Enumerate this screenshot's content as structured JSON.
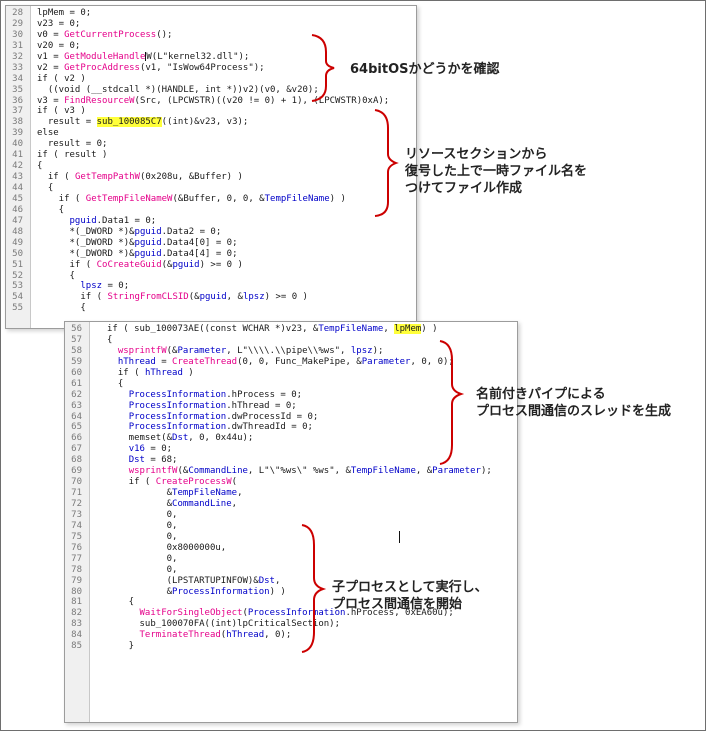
{
  "code": {
    "lines_top": [
      {
        "n": "28",
        "p": [
          [
            "lpMem = 0;",
            ""
          ]
        ]
      },
      {
        "n": "29",
        "p": [
          [
            "v23 = 0;",
            ""
          ]
        ]
      },
      {
        "n": "30",
        "p": [
          [
            "v0 = ",
            ""
          ],
          [
            "GetCurrentProcess",
            "fn"
          ],
          [
            "();",
            ""
          ]
        ]
      },
      {
        "n": "31",
        "p": [
          [
            "v20 = 0;",
            ""
          ]
        ]
      },
      {
        "n": "32",
        "p": [
          [
            "v1 = ",
            ""
          ],
          [
            "GetModuleHandle",
            "fn"
          ],
          [
            "W",
            "mk"
          ],
          [
            "(L\"kernel32.dll\");",
            ""
          ]
        ]
      },
      {
        "n": "33",
        "p": [
          [
            "v2 = ",
            ""
          ],
          [
            "GetProcAddress",
            "fn"
          ],
          [
            "(v1, \"IsWow64Process\");",
            ""
          ]
        ]
      },
      {
        "n": "34",
        "p": [
          [
            "if ( v2 )",
            ""
          ]
        ]
      },
      {
        "n": "35",
        "p": [
          [
            "  ((void (__stdcall *)(HANDLE, int *))v2)(v0, &v20);",
            ""
          ]
        ]
      },
      {
        "n": "36",
        "p": [
          [
            "v3 = ",
            ""
          ],
          [
            "FindResourceW",
            "fn"
          ],
          [
            "(Src, (LPCWSTR)((v20 != 0) + 1), (LPCWSTR)0xA);",
            ""
          ]
        ]
      },
      {
        "n": "37",
        "p": [
          [
            "if ( v3 )",
            ""
          ]
        ]
      },
      {
        "n": "38",
        "p": [
          [
            "  result = ",
            ""
          ],
          [
            "sub_100085C7",
            "hl"
          ],
          [
            "((int)&v23, v3);",
            ""
          ]
        ]
      },
      {
        "n": "39",
        "p": [
          [
            "else",
            ""
          ]
        ]
      },
      {
        "n": "40",
        "p": [
          [
            "  result = 0;",
            ""
          ]
        ]
      },
      {
        "n": "41",
        "p": [
          [
            "if ( result )",
            ""
          ]
        ]
      },
      {
        "n": "42",
        "p": [
          [
            "{",
            ""
          ]
        ]
      },
      {
        "n": "43",
        "p": [
          [
            "  if ( ",
            ""
          ],
          [
            "GetTempPathW",
            "fn"
          ],
          [
            "(0x208u, &Buffer) )",
            ""
          ]
        ]
      },
      {
        "n": "44",
        "p": [
          [
            "  {",
            ""
          ]
        ]
      },
      {
        "n": "45",
        "p": [
          [
            "    if ( ",
            ""
          ],
          [
            "GetTempFileNameW",
            "fn"
          ],
          [
            "(&Buffer, 0, 0, &",
            ""
          ],
          [
            "TempFileName",
            "vr"
          ],
          [
            ") )",
            ""
          ]
        ]
      },
      {
        "n": "46",
        "p": [
          [
            "    {",
            ""
          ]
        ]
      },
      {
        "n": "47",
        "p": [
          [
            "      ",
            ""
          ],
          [
            "pguid",
            "vr"
          ],
          [
            ".Data1 = 0;",
            ""
          ]
        ]
      },
      {
        "n": "48",
        "p": [
          [
            "      *(_DWORD *)&",
            ""
          ],
          [
            "pguid",
            "vr"
          ],
          [
            ".Data2 = 0;",
            ""
          ]
        ]
      },
      {
        "n": "49",
        "p": [
          [
            "      *(_DWORD *)&",
            ""
          ],
          [
            "pguid",
            "vr"
          ],
          [
            ".Data4[0] = 0;",
            ""
          ]
        ]
      },
      {
        "n": "50",
        "p": [
          [
            "      *(_DWORD *)&",
            ""
          ],
          [
            "pguid",
            "vr"
          ],
          [
            ".Data4[4] = 0;",
            ""
          ]
        ]
      },
      {
        "n": "51",
        "p": [
          [
            "      if ( ",
            ""
          ],
          [
            "CoCreateGuid",
            "fn"
          ],
          [
            "(&",
            ""
          ],
          [
            "pguid",
            "vr"
          ],
          [
            ") >= 0 )",
            ""
          ]
        ]
      },
      {
        "n": "52",
        "p": [
          [
            "      {",
            ""
          ]
        ]
      },
      {
        "n": "53",
        "p": [
          [
            "        ",
            ""
          ],
          [
            "lpsz",
            "vr"
          ],
          [
            " = 0;",
            ""
          ]
        ]
      },
      {
        "n": "54",
        "p": [
          [
            "        if ( ",
            ""
          ],
          [
            "StringFromCLSID",
            "fn"
          ],
          [
            "(&",
            ""
          ],
          [
            "pguid",
            "vr"
          ],
          [
            ", &",
            ""
          ],
          [
            "lpsz",
            "vr"
          ],
          [
            ") >= 0 )",
            ""
          ]
        ]
      },
      {
        "n": "55",
        "p": [
          [
            "        {",
            ""
          ]
        ]
      }
    ],
    "lines_bottom": [
      {
        "n": "56",
        "p": [
          [
            "if ( sub_100073AE((const WCHAR *)v23, &",
            ""
          ],
          [
            "TempFileName",
            "vr"
          ],
          [
            ", ",
            ""
          ],
          [
            "lpMem",
            "hl"
          ],
          [
            ") )",
            ""
          ]
        ]
      },
      {
        "n": "57",
        "p": [
          [
            "{",
            ""
          ]
        ]
      },
      {
        "n": "58",
        "p": [
          [
            "  ",
            ""
          ],
          [
            "wsprintfW",
            "fn"
          ],
          [
            "(&",
            ""
          ],
          [
            "Parameter",
            "vr"
          ],
          [
            ", L\"\\\\\\\\.\\\\pipe\\\\%ws\", ",
            ""
          ],
          [
            "lpsz",
            "vr"
          ],
          [
            ");",
            ""
          ]
        ]
      },
      {
        "n": "59",
        "p": [
          [
            "  ",
            ""
          ],
          [
            "hThread",
            "vr"
          ],
          [
            " = ",
            ""
          ],
          [
            "CreateThread",
            "fn"
          ],
          [
            "(0, 0, Func_MakePipe, &",
            ""
          ],
          [
            "Parameter",
            "vr"
          ],
          [
            ", 0, 0);",
            ""
          ]
        ]
      },
      {
        "n": "60",
        "p": [
          [
            "  if ( ",
            ""
          ],
          [
            "hThread",
            "vr"
          ],
          [
            " )",
            ""
          ]
        ]
      },
      {
        "n": "61",
        "p": [
          [
            "  {",
            ""
          ]
        ]
      },
      {
        "n": "62",
        "p": [
          [
            "    ",
            ""
          ],
          [
            "ProcessInformation",
            "vr"
          ],
          [
            ".hProcess = 0;",
            ""
          ]
        ]
      },
      {
        "n": "63",
        "p": [
          [
            "    ",
            ""
          ],
          [
            "ProcessInformation",
            "vr"
          ],
          [
            ".hThread = 0;",
            ""
          ]
        ]
      },
      {
        "n": "64",
        "p": [
          [
            "    ",
            ""
          ],
          [
            "ProcessInformation",
            "vr"
          ],
          [
            ".dwProcessId = 0;",
            ""
          ]
        ]
      },
      {
        "n": "65",
        "p": [
          [
            "    ",
            ""
          ],
          [
            "ProcessInformation",
            "vr"
          ],
          [
            ".dwThreadId = 0;",
            ""
          ]
        ]
      },
      {
        "n": "66",
        "p": [
          [
            "    memset(&",
            ""
          ],
          [
            "Dst",
            "vr"
          ],
          [
            ", 0, 0x44u);",
            ""
          ]
        ]
      },
      {
        "n": "67",
        "p": [
          [
            "    ",
            ""
          ],
          [
            "v16",
            "vr"
          ],
          [
            " = 0;",
            ""
          ]
        ]
      },
      {
        "n": "68",
        "p": [
          [
            "    ",
            ""
          ],
          [
            "Dst",
            "vr"
          ],
          [
            " = 68;",
            ""
          ]
        ]
      },
      {
        "n": "69",
        "p": [
          [
            "    ",
            ""
          ],
          [
            "wsprintfW",
            "fn"
          ],
          [
            "(&",
            ""
          ],
          [
            "CommandLine",
            "vr"
          ],
          [
            ", L\"\\\"%ws\\\" %ws\", &",
            ""
          ],
          [
            "TempFileName",
            "vr"
          ],
          [
            ", &",
            ""
          ],
          [
            "Parameter",
            "vr"
          ],
          [
            ");",
            ""
          ]
        ]
      },
      {
        "n": "70",
        "p": [
          [
            "    if ( ",
            ""
          ],
          [
            "CreateProcessW",
            "fn"
          ],
          [
            "(",
            ""
          ]
        ]
      },
      {
        "n": "71",
        "p": [
          [
            "           &",
            ""
          ],
          [
            "TempFileName",
            "vr"
          ],
          [
            ",",
            ""
          ]
        ]
      },
      {
        "n": "72",
        "p": [
          [
            "           &",
            ""
          ],
          [
            "CommandLine",
            "vr"
          ],
          [
            ",",
            ""
          ]
        ]
      },
      {
        "n": "73",
        "p": [
          [
            "           0,",
            ""
          ]
        ]
      },
      {
        "n": "74",
        "p": [
          [
            "           0,",
            ""
          ]
        ]
      },
      {
        "n": "75",
        "p": [
          [
            "           0,",
            ""
          ]
        ]
      },
      {
        "n": "76",
        "p": [
          [
            "           0x8000000u,",
            ""
          ]
        ]
      },
      {
        "n": "77",
        "p": [
          [
            "           0,",
            ""
          ]
        ]
      },
      {
        "n": "78",
        "p": [
          [
            "           0,",
            ""
          ]
        ]
      },
      {
        "n": "79",
        "p": [
          [
            "           (LPSTARTUPINFOW)&",
            ""
          ],
          [
            "Dst",
            "vr"
          ],
          [
            ",",
            ""
          ]
        ]
      },
      {
        "n": "80",
        "p": [
          [
            "           &",
            ""
          ],
          [
            "ProcessInformation",
            "vr"
          ],
          [
            ") )",
            ""
          ]
        ]
      },
      {
        "n": "81",
        "p": [
          [
            "    {",
            ""
          ]
        ]
      },
      {
        "n": "82",
        "p": [
          [
            "      ",
            ""
          ],
          [
            "WaitForSingleObject",
            "fn"
          ],
          [
            "(",
            ""
          ],
          [
            "ProcessInformation",
            "vr"
          ],
          [
            ".hProcess, 0xEA60u);",
            ""
          ]
        ]
      },
      {
        "n": "83",
        "p": [
          [
            "      sub_100070FA((int)lpCriticalSection);",
            ""
          ]
        ]
      },
      {
        "n": "84",
        "p": [
          [
            "      ",
            ""
          ],
          [
            "TerminateThread",
            "fn"
          ],
          [
            "(",
            ""
          ],
          [
            "hThread",
            "vr"
          ],
          [
            ", 0);",
            ""
          ]
        ]
      },
      {
        "n": "85",
        "p": [
          [
            "    }",
            ""
          ]
        ]
      }
    ]
  },
  "annotations": {
    "a1": "64bitOSかどうかを確認",
    "a2": "リソースセクションから\n復号した上で一時ファイル名を\nつけてファイル作成",
    "a3": "名前付きパイプによる\nプロセス間通信のスレッドを生成",
    "a4": "子プロセスとして実行し、\nプロセス間通信を開始"
  },
  "colors": {
    "function": "#e5008a",
    "variable": "#0000c8",
    "highlight": "#ffff3a",
    "bracket": "#cc0000"
  }
}
